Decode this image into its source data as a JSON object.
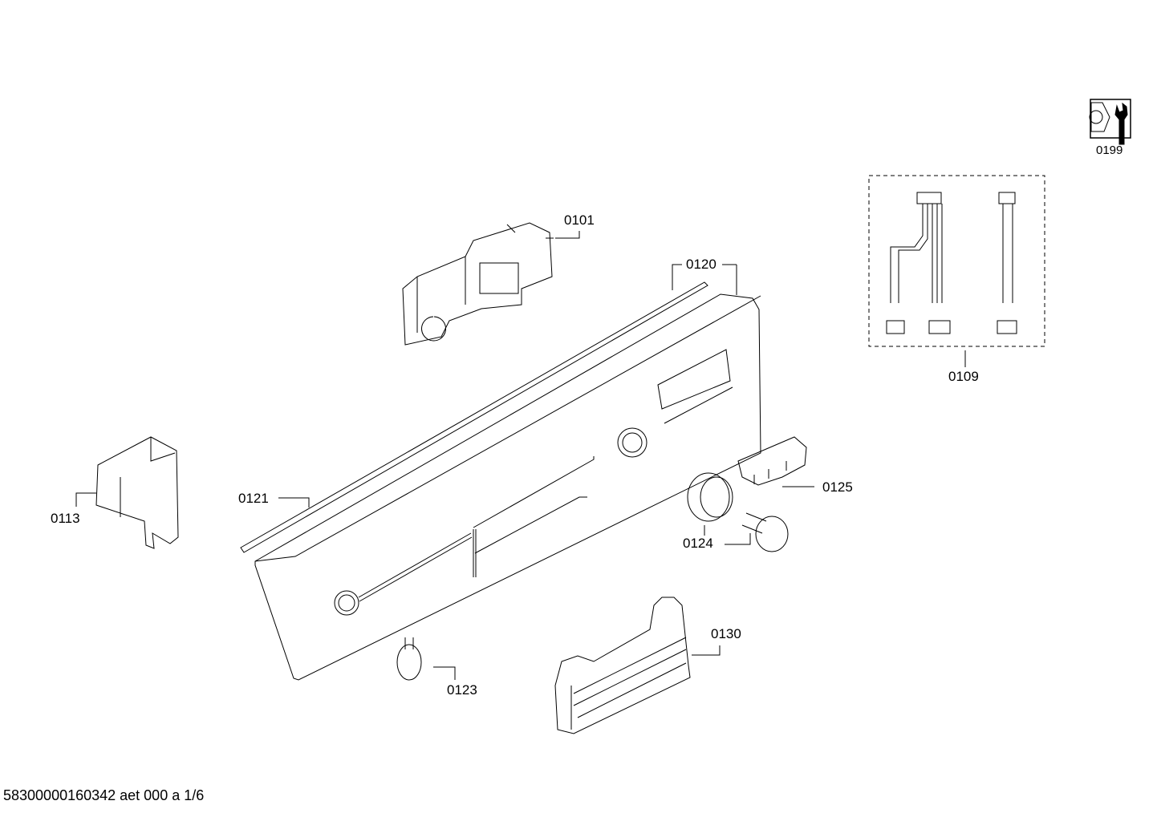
{
  "diagram": {
    "parts": [
      {
        "id": "0101"
      },
      {
        "id": "0109"
      },
      {
        "id": "0113"
      },
      {
        "id": "0120"
      },
      {
        "id": "0121"
      },
      {
        "id": "0123"
      },
      {
        "id": "0124"
      },
      {
        "id": "0125"
      },
      {
        "id": "0130"
      },
      {
        "id": "0199",
        "icon": "tools-nut-wrench-icon"
      }
    ],
    "footer": "58300000160342 aet 000 a 1/6"
  }
}
